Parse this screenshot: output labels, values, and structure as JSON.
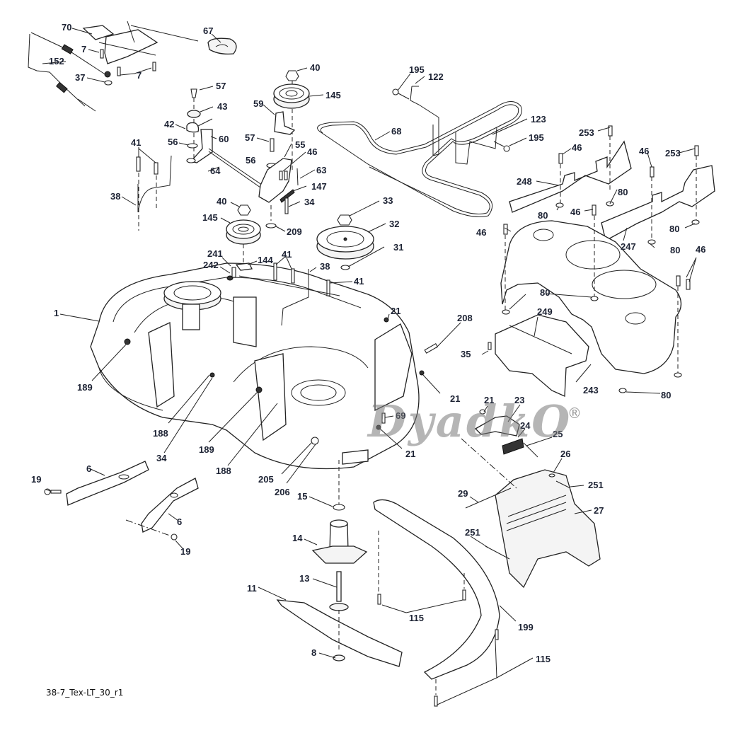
{
  "diagram": {
    "title": "Mower deck exploded parts diagram",
    "caption": "38-7_Tex-LT_30_r1",
    "watermark": "DyadkO",
    "watermark_mark": "®",
    "label_color": "#1c2233",
    "callouts": [
      {
        "id": "70",
        "text": "70"
      },
      {
        "id": "67",
        "text": "67"
      },
      {
        "id": "7a",
        "text": "7"
      },
      {
        "id": "7b",
        "text": "7"
      },
      {
        "id": "152",
        "text": "152"
      },
      {
        "id": "37",
        "text": "37"
      },
      {
        "id": "57a",
        "text": "57"
      },
      {
        "id": "43",
        "text": "43"
      },
      {
        "id": "42",
        "text": "42"
      },
      {
        "id": "60",
        "text": "60"
      },
      {
        "id": "56a",
        "text": "56"
      },
      {
        "id": "64",
        "text": "64"
      },
      {
        "id": "41a",
        "text": "41"
      },
      {
        "id": "38a",
        "text": "38"
      },
      {
        "id": "40a",
        "text": "40"
      },
      {
        "id": "145a",
        "text": "145"
      },
      {
        "id": "59",
        "text": "59"
      },
      {
        "id": "57b",
        "text": "57"
      },
      {
        "id": "55",
        "text": "55"
      },
      {
        "id": "46a",
        "text": "46"
      },
      {
        "id": "56b",
        "text": "56"
      },
      {
        "id": "63",
        "text": "63"
      },
      {
        "id": "147",
        "text": "147"
      },
      {
        "id": "34a",
        "text": "34"
      },
      {
        "id": "40b",
        "text": "40"
      },
      {
        "id": "145b",
        "text": "145"
      },
      {
        "id": "209",
        "text": "209"
      },
      {
        "id": "33",
        "text": "33"
      },
      {
        "id": "32",
        "text": "32"
      },
      {
        "id": "31",
        "text": "31"
      },
      {
        "id": "195a",
        "text": "195"
      },
      {
        "id": "122",
        "text": "122"
      },
      {
        "id": "68",
        "text": "68"
      },
      {
        "id": "123",
        "text": "123"
      },
      {
        "id": "195b",
        "text": "195"
      },
      {
        "id": "253a",
        "text": "253"
      },
      {
        "id": "46b",
        "text": "46"
      },
      {
        "id": "46c",
        "text": "46"
      },
      {
        "id": "253b",
        "text": "253"
      },
      {
        "id": "248",
        "text": "248"
      },
      {
        "id": "80a",
        "text": "80"
      },
      {
        "id": "80b",
        "text": "80"
      },
      {
        "id": "46d",
        "text": "46"
      },
      {
        "id": "80c",
        "text": "80"
      },
      {
        "id": "46e",
        "text": "46"
      },
      {
        "id": "247",
        "text": "247"
      },
      {
        "id": "80d",
        "text": "80"
      },
      {
        "id": "46f",
        "text": "46"
      },
      {
        "id": "80e",
        "text": "80"
      },
      {
        "id": "249",
        "text": "249"
      },
      {
        "id": "35",
        "text": "35"
      },
      {
        "id": "243",
        "text": "243"
      },
      {
        "id": "80f",
        "text": "80"
      },
      {
        "id": "241",
        "text": "241"
      },
      {
        "id": "242",
        "text": "242"
      },
      {
        "id": "144",
        "text": "144"
      },
      {
        "id": "41b",
        "text": "41"
      },
      {
        "id": "38b",
        "text": "38"
      },
      {
        "id": "41c",
        "text": "41"
      },
      {
        "id": "1",
        "text": "1"
      },
      {
        "id": "21a",
        "text": "21"
      },
      {
        "id": "208",
        "text": "208"
      },
      {
        "id": "21b",
        "text": "21"
      },
      {
        "id": "189a",
        "text": "189"
      },
      {
        "id": "188a",
        "text": "188"
      },
      {
        "id": "34b",
        "text": "34"
      },
      {
        "id": "189b",
        "text": "189"
      },
      {
        "id": "188b",
        "text": "188"
      },
      {
        "id": "205",
        "text": "205"
      },
      {
        "id": "206",
        "text": "206"
      },
      {
        "id": "69",
        "text": "69"
      },
      {
        "id": "21c",
        "text": "21"
      },
      {
        "id": "21d",
        "text": "21"
      },
      {
        "id": "23",
        "text": "23"
      },
      {
        "id": "24",
        "text": "24"
      },
      {
        "id": "25",
        "text": "25"
      },
      {
        "id": "26",
        "text": "26"
      },
      {
        "id": "251a",
        "text": "251"
      },
      {
        "id": "29",
        "text": "29"
      },
      {
        "id": "27",
        "text": "27"
      },
      {
        "id": "251b",
        "text": "251"
      },
      {
        "id": "6a",
        "text": "6"
      },
      {
        "id": "19a",
        "text": "19"
      },
      {
        "id": "6b",
        "text": "6"
      },
      {
        "id": "19b",
        "text": "19"
      },
      {
        "id": "15",
        "text": "15"
      },
      {
        "id": "14",
        "text": "14"
      },
      {
        "id": "13",
        "text": "13"
      },
      {
        "id": "11",
        "text": "11"
      },
      {
        "id": "115a",
        "text": "115"
      },
      {
        "id": "199",
        "text": "199"
      },
      {
        "id": "8",
        "text": "8"
      },
      {
        "id": "115b",
        "text": "115"
      }
    ]
  }
}
